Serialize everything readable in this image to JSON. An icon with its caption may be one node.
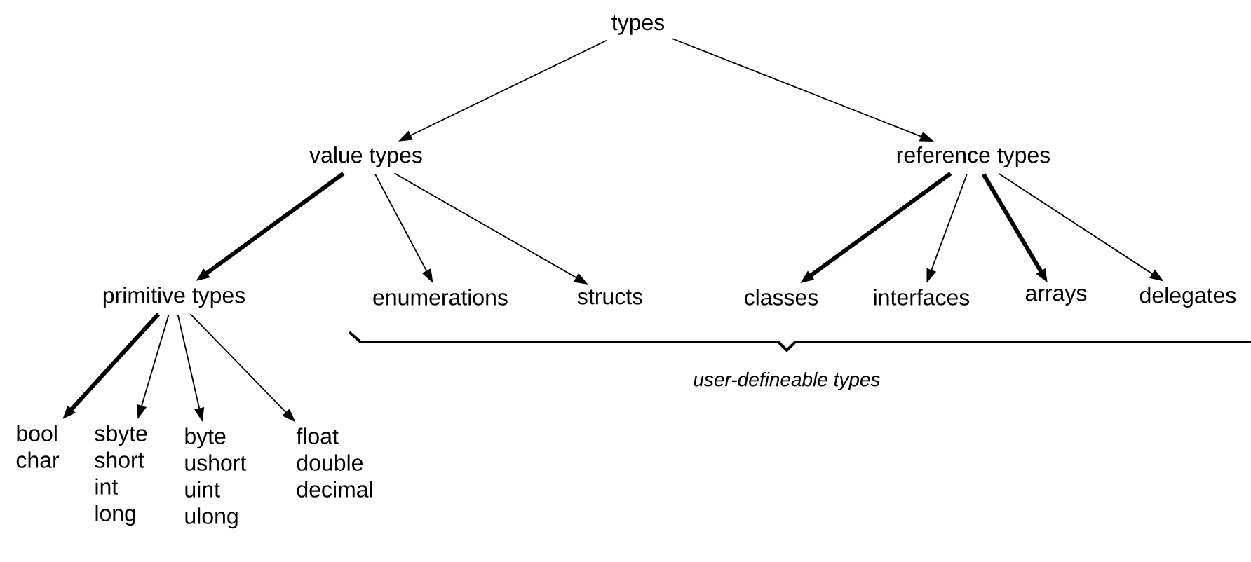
{
  "diagram": {
    "nodes": [
      {
        "text": [
          "types"
        ]
      },
      {
        "text": [
          "value types"
        ]
      },
      {
        "text": [
          "reference types"
        ]
      },
      {
        "text": [
          "primitive types"
        ]
      },
      {
        "text": [
          "enumerations"
        ]
      },
      {
        "text": [
          "structs"
        ]
      },
      {
        "text": [
          "classes"
        ]
      },
      {
        "text": [
          "interfaces"
        ]
      },
      {
        "text": [
          "arrays"
        ]
      },
      {
        "text": [
          "delegates"
        ]
      },
      {
        "text": [
          "bool",
          "char"
        ]
      },
      {
        "text": [
          "sbyte",
          "short",
          "int",
          "long"
        ]
      },
      {
        "text": [
          "byte",
          "ushort",
          "uint",
          "ulong"
        ]
      },
      {
        "text": [
          "float",
          "double",
          "decimal"
        ]
      }
    ],
    "edges": [
      {
        "from": 0,
        "to": 1,
        "arrow": "to"
      },
      {
        "from": 0,
        "to": 2,
        "arrow": "to"
      },
      {
        "from": 1,
        "to": 3,
        "arrow": "to",
        "style": "thick"
      },
      {
        "from": 1,
        "to": 4,
        "arrow": "to"
      },
      {
        "from": 1,
        "to": 5,
        "arrow": "to"
      },
      {
        "from": 2,
        "to": 6,
        "arrow": "to",
        "style": "thick"
      },
      {
        "from": 2,
        "to": 7,
        "arrow": "to"
      },
      {
        "from": 2,
        "to": 8,
        "arrow": "to",
        "style": "thick"
      },
      {
        "from": 2,
        "to": 9,
        "arrow": "to"
      },
      {
        "from": 3,
        "to": 10,
        "arrow": "to",
        "style": "thick"
      },
      {
        "from": 3,
        "to": 11,
        "arrow": "to"
      },
      {
        "from": 3,
        "to": 12,
        "arrow": "to"
      },
      {
        "from": 3,
        "to": 13,
        "arrow": "to"
      }
    ],
    "labels": [
      "user-defineable types"
    ]
  }
}
